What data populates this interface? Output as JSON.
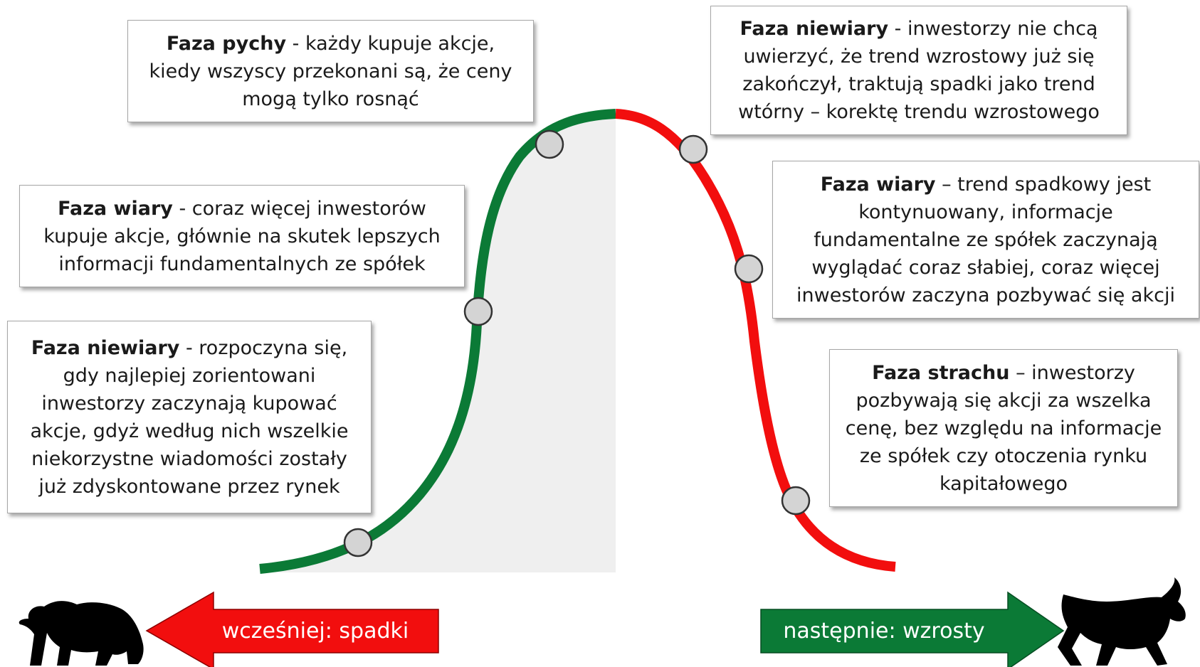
{
  "colors": {
    "rise": "#0b7a36",
    "fall": "#f20e0e",
    "shade": "#efefef",
    "marker_fill": "#d4d4d4",
    "marker_stroke": "#333333",
    "animal": "#000000"
  },
  "icons": {
    "bear": "bear-silhouette-icon",
    "bull": "bull-silhouette-icon"
  },
  "phases": {
    "pride": {
      "name": "Faza pychy",
      "text": " - każdy kupuje akcje, kiedy wszyscy przekonani są, że ceny mogą tylko rosnąć"
    },
    "early_faith": {
      "name": "Faza wiary",
      "text": " - coraz więcej inwestorów kupuje akcje, głównie na skutek lepszych informacji fundamentalnych ze spółek"
    },
    "early_disbelief": {
      "name": "Faza niewiary",
      "text": " - rozpoczyna się, gdy najlepiej zorientowani inwestorzy zaczynają kupować akcje, gdyż według nich wszelkie niekorzystne wiadomości zostały już zdyskontowane przez rynek"
    },
    "late_disbelief": {
      "name": "Faza niewiary",
      "text": "  - inwestorzy nie chcą uwierzyć, że trend wzrostowy już się zakończył, traktują spadki jako trend wtórny – korektę trendu wzrostowego"
    },
    "late_faith": {
      "name": "Faza wiary",
      "text": " – trend spadkowy jest kontynuowany,  informacje fundamentalne ze spółek zaczynają wyglądać coraz słabiej, coraz więcej inwestorów zaczyna pozbywać się akcji"
    },
    "fear": {
      "name": "Faza strachu",
      "text": " – inwestorzy pozbywają się akcji za wszelka cenę, bez względu na informacje ze spółek czy otoczenia rynku kapitałowego"
    }
  },
  "arrows": {
    "before": "wcześniej: spadki",
    "after": "następnie: wzrosty"
  }
}
